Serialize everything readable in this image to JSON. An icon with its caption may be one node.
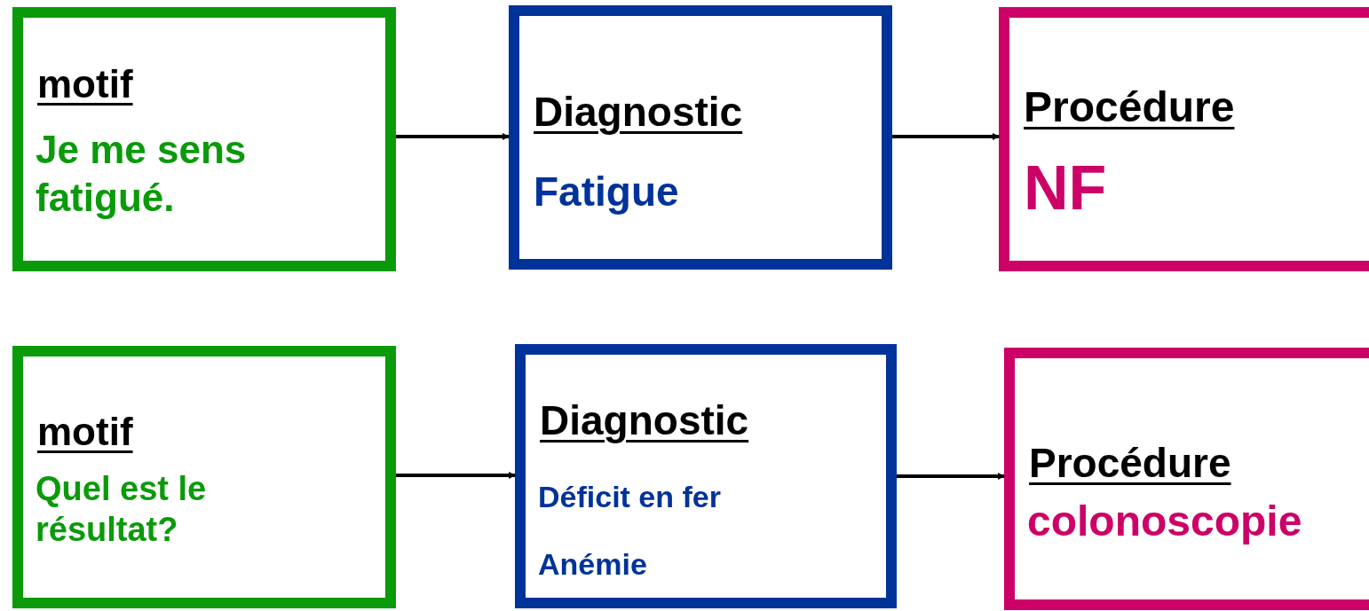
{
  "diagram": {
    "nodes": [
      {
        "text": [
          "motif",
          "Je me sens fatigué."
        ]
      },
      {
        "text": [
          "Diagnostic",
          "Fatigue"
        ]
      },
      {
        "text": [
          "Procédure",
          "NF"
        ]
      },
      {
        "text": [
          "motif",
          "Quel est le résultat?"
        ]
      },
      {
        "text": [
          "Diagnostic",
          "Déficit en fer",
          "Anémie"
        ]
      },
      {
        "text": [
          "Procédure",
          "colonoscopie"
        ]
      }
    ],
    "edges": [
      {
        "from": 0,
        "to": 1,
        "arrow": "to"
      },
      {
        "from": 1,
        "to": 2,
        "arrow": "to"
      },
      {
        "from": 3,
        "to": 4,
        "arrow": "to"
      },
      {
        "from": 4,
        "to": 5,
        "arrow": "to"
      }
    ]
  }
}
